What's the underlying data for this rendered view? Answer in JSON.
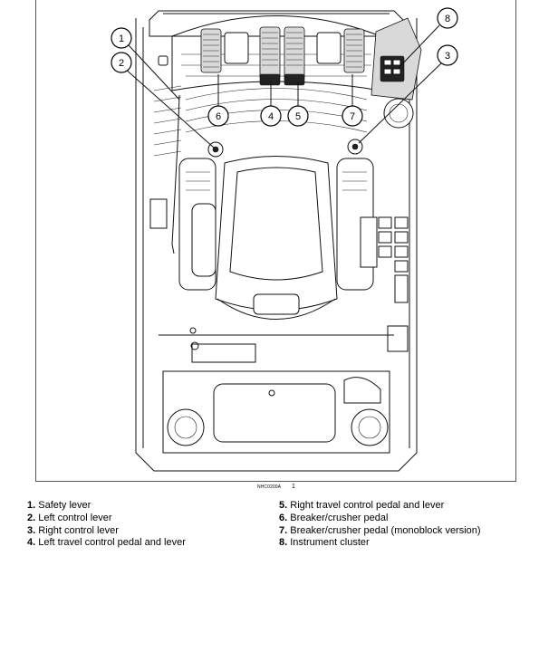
{
  "figure": {
    "id_code": "NHC0200A",
    "number": "1",
    "callouts": [
      "1",
      "2",
      "3",
      "4",
      "5",
      "6",
      "7",
      "8"
    ]
  },
  "legend": {
    "left": [
      {
        "num": "1.",
        "text": "Safety lever"
      },
      {
        "num": "2.",
        "text": "Left control lever"
      },
      {
        "num": "3.",
        "text": "Right control lever"
      },
      {
        "num": "4.",
        "text": "Left travel control pedal and lever"
      }
    ],
    "right": [
      {
        "num": "5.",
        "text": "Right travel control pedal and lever"
      },
      {
        "num": "6.",
        "text": "Breaker/crusher pedal"
      },
      {
        "num": "7.",
        "text": "Breaker/crusher pedal (monoblock version)"
      },
      {
        "num": "8.",
        "text": "Instrument cluster"
      }
    ]
  }
}
